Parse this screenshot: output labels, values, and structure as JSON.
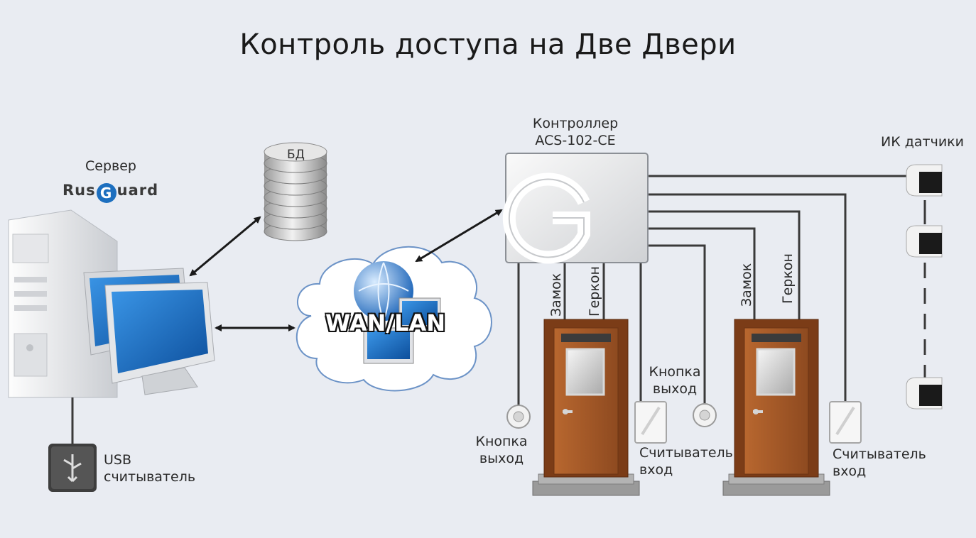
{
  "title": "Контроль доступа на Две Двери",
  "server": {
    "label": "Сервер",
    "logo_pre": "Rus",
    "logo_g": "G",
    "logo_post": "uard"
  },
  "database": {
    "label": "БД"
  },
  "network": {
    "label": "WAN/LAN"
  },
  "usb_reader": {
    "label_line1": "USB",
    "label_line2": "считыватель"
  },
  "controller": {
    "label_line1": "Контроллер",
    "label_line2": "ACS-102-CE",
    "logo": "G"
  },
  "ir_sensors": {
    "label": "ИК датчики"
  },
  "door1": {
    "lock": "Замок",
    "reed": "Геркон",
    "exit_button_line1": "Кнопка",
    "exit_button_line2": "выход",
    "reader_line1": "Считыватель",
    "reader_line2": "вход"
  },
  "door2": {
    "lock": "Замок",
    "reed": "Геркон",
    "exit_button_line1": "Кнопка",
    "exit_button_line2": "выход",
    "reader_line1": "Считыватель",
    "reader_line2": "вход"
  },
  "colors": {
    "background": "#e9ecf2",
    "door": "#a3582a",
    "screen": "#1b6fc4",
    "wire": "#3a3a3a"
  }
}
